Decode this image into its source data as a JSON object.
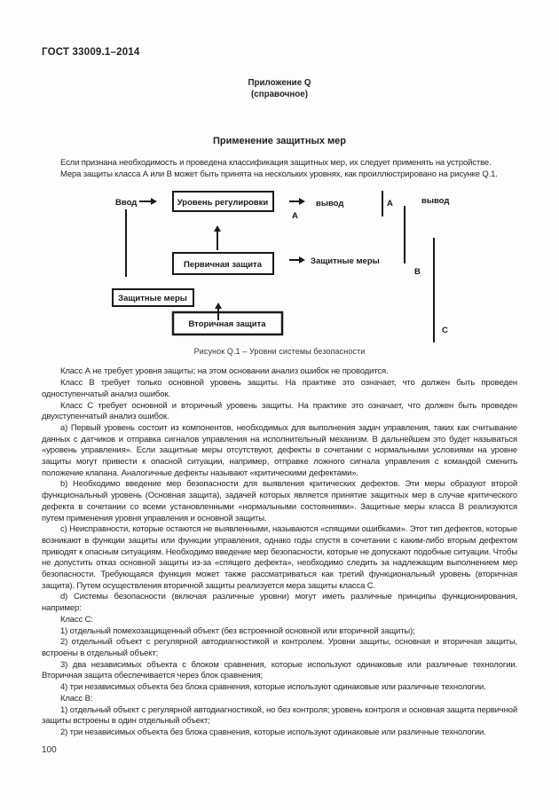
{
  "page": {
    "standard_code": "ГОСТ 33009.1–2014",
    "appendix_label": "Приложение Q",
    "appendix_type": "(справочное)",
    "title": "Применение защитных мер",
    "page_number": "100"
  },
  "intro": [
    "Если признана необходимость и проведена классификация защитных мер, их следует применять на устройстве.",
    "Мера защиты класса А или В может быть принята на нескольких уровнях, как проиллюстрировано на рисунке Q.1."
  ],
  "figure": {
    "caption": "Рисунок Q.1 – Уровни системы безопасности",
    "labels": {
      "input": "Ввод",
      "output_left": "вывод",
      "output_right": "вывод",
      "class_a_under_arrow": "А",
      "class_a_line": "А",
      "class_b_line": "В",
      "class_c_line": "С",
      "protective_measures_text": "Защитные меры"
    },
    "boxes": {
      "control_level": "Уровень регулировки",
      "primary_protection": "Первичная защита",
      "protective_measures": "Защитные меры",
      "secondary_protection": "Вторичная защита"
    }
  },
  "body": [
    "Класс А не требует уровня защиты; на этом основании анализ ошибок не проводится.",
    "Класс В требует только основной уровень защиты. На практике это означает, что должен быть проведен одноступенчатый анализ ошибок.",
    "Класс С требует основной и вторичный уровень защиты. На практике это означает, что должен быть проведен двухступенчатый анализ ошибок.",
    "a) Первый уровень состоит из компонентов, необходимых для выполнения задач управления, таких как считывание данных с датчиков и отправка сигналов управления на исполнительный механизм. В дальнейшем это будет называться «уровень управления». Если защитные меры отсутствуют, дефекты в сочетании с нормальными условиями на уровне защиты могут привести к опасной ситуации, например, отправке ложного сигнала управления с командой сменить положение клапана. Аналогичные дефекты называют «критическими дефектами».",
    "b) Необходимо введение мер безопасности для выявления критических дефектов. Эти меры образуют второй функциональный уровень (Основная защита), задачей которых является принятие защитных мер в случае критического дефекта в сочетании со всеми установленными «нормальными состояниями». Защитные меры класса В реализуются путем применения уровня управления и основной защиты.",
    "c) Неисправности, которые остаются не выявленными, называются «спящими ошибками». Этот тип дефектов, которые возникают в функции защиты или функции управления, однако годы спустя в сочетании с каким-либо вторым дефектом приводят к опасным ситуациям. Необходимо введение мер безопасности, которые не допускают подобные ситуации. Чтобы не допустить отказ основной защиты из-за «спящего дефекта», необходимо следить за надлежащим выполнением мер безопасности. Требующаяся функция может также рассматриваться как третий функциональный уровень (вторичная защита). Путем осуществления вторичной защиты реализуется мера защиты класса С.",
    "d) Системы безопасности (включая различные уровни) могут иметь различные принципы функционирования, например:",
    "Класс С:",
    "1) отдельный помехозащищенный объект (без встроенной основной или вторичной защиты);",
    "2) отдельный объект с регулярной автодиагностикой и контролем. Уровни защиты, основная и вторичная защиты, встроены в отдельный объект;",
    "3) два независимых объекта с блоком сравнения, которые используют одинаковые или различные технологии. Вторичная защита обеспечивается через блок сравнения;",
    "4) три независимых объекта без блока сравнения, которые используют одинаковые или различные технологии.",
    "Класс В:",
    "1) отдельный объект с регулярной автодиагностикой, но без контроля; уровень контроля и основная защита первичной защиты встроены в один отдельный объект;",
    "2) три независимых объекта без блока сравнения, которые используют одинаковые или различные технологии."
  ]
}
